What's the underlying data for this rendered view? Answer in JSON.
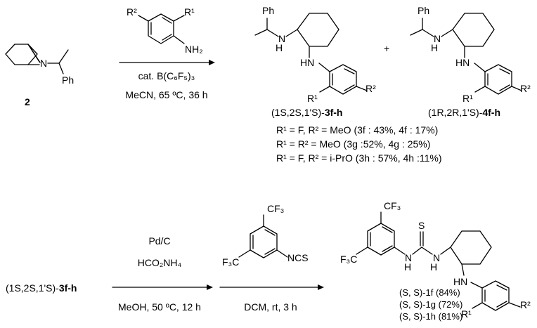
{
  "reaction1": {
    "start_label": "2",
    "start_n": "N",
    "start_ph": "Ph",
    "aniline_r2": "R²",
    "aniline_r1": "R¹",
    "aniline_nh2": "NH₂",
    "reagent_line1": "cat. B(C₆F₅)₃",
    "reagent_line2": "MeCN, 65 ºC, 36 h",
    "product1_ph": "Ph",
    "product1_nh": "N\nH",
    "product1_hn": "HN",
    "product1_r1": "R¹",
    "product1_r2": "R²",
    "product1_label_pre": "(1S,2S,1'S)-",
    "product1_label_bold": "3f-h",
    "plus": "+",
    "product2_ph": "Ph",
    "product2_hn": "HN",
    "product2_r1": "R¹",
    "product2_r2": "R²",
    "product2_label_pre": "(1R,2R,1'S)-",
    "product2_label_bold": "4f-h",
    "yields": [
      "R¹ = F, R² = MeO (3f : 43%, 4f : 17%)",
      "R¹ = R² = MeO (3g :52%,  4g : 25%)",
      "R¹ = F, R² = i-PrO (3h : 57%, 4h :11%)"
    ]
  },
  "reaction2": {
    "start_label_pre": "(1S,2S,1'S)-",
    "start_label_bold": "3f-h",
    "step1_line1": "Pd/C",
    "step1_line2": "HCO₂NH₄",
    "step1_line3": "MeOH, 50 ºC, 12 h",
    "isothio_cf3_top": "CF₃",
    "isothio_cf3_left": "F₃C",
    "isothio_ncs": "NCS",
    "step2_line": "DCM, rt, 3 h",
    "product_cf3_top": "CF₃",
    "product_cf3_left": "F₃C",
    "product_s": "S",
    "product_r1": "R¹",
    "product_r2": "R²",
    "product_yields": [
      "(S, S)-1f (84%)",
      "(S, S)-1g (72%)",
      "(S, S)-1h (81%)"
    ]
  }
}
